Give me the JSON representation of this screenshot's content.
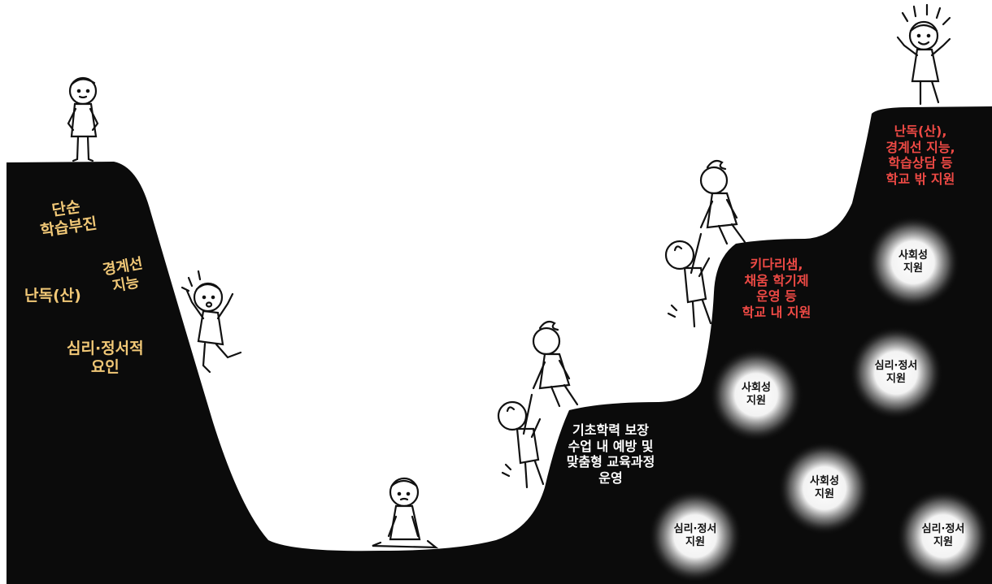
{
  "colors": {
    "ground": "#0b0b0b",
    "left_labels": "#f1c877",
    "school_support": "#ffffff",
    "outside_support": "#ee4a45",
    "glow": "#ffffff"
  },
  "left_causes": {
    "simple": [
      "단순",
      "학습부진"
    ],
    "borderline": [
      "경계선",
      "지능"
    ],
    "dyslexia": "난독(산)",
    "emotional": [
      "심리·정서적",
      "요인"
    ]
  },
  "step1": [
    "기초학력 보장",
    "수업 내 예방 및",
    "맞춤형 교육과정",
    "운영"
  ],
  "step2": [
    "키다리샘,",
    "채움 학기제",
    "운영 등",
    "학교 내 지원"
  ],
  "step3": [
    "난독(산),",
    "경계선 지능,",
    "학습상담 등",
    "학교 밖 지원"
  ],
  "glows": {
    "social_1": [
      "사회성",
      "지원"
    ],
    "social_2": [
      "사회성",
      "지원"
    ],
    "social_3": [
      "사회성",
      "지원"
    ],
    "emotional_1": [
      "심리·정서",
      "지원"
    ],
    "emotional_2": [
      "심리·정서",
      "지원"
    ],
    "emotional_3": [
      "심리·정서",
      "지원"
    ]
  },
  "figures": {
    "standing": "standing-figure",
    "falling": "falling-figure",
    "sitting": "sitting-figure",
    "climbers": "climbing-pair",
    "cheering": "cheering-figure"
  }
}
